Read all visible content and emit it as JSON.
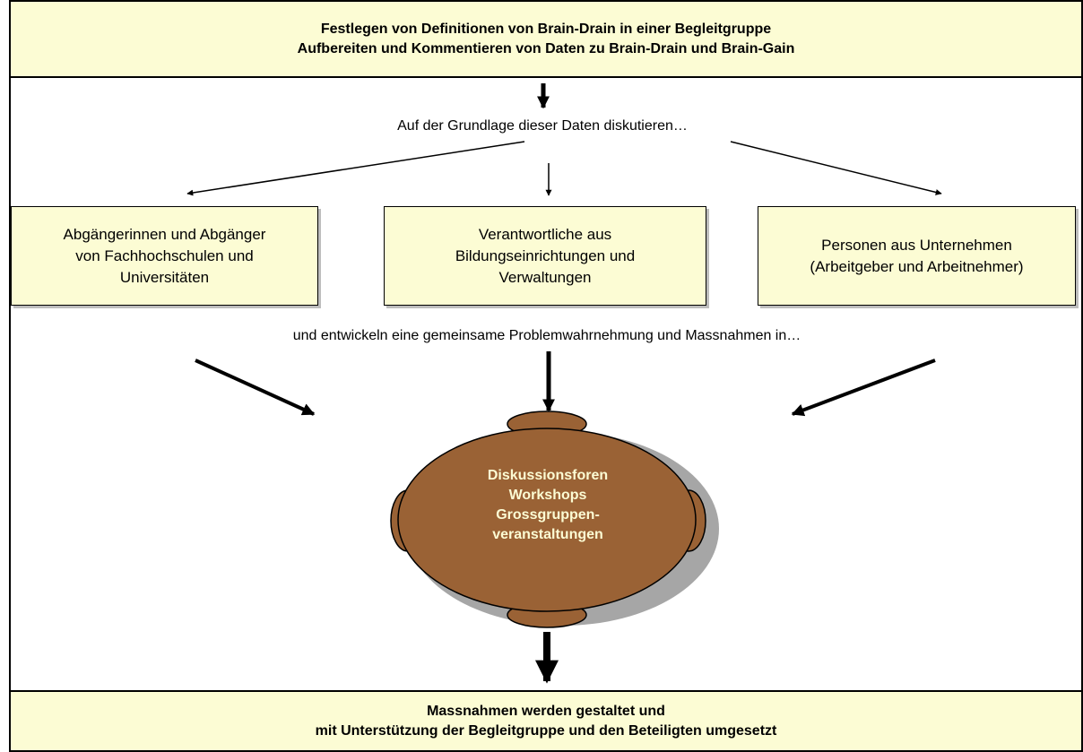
{
  "header": {
    "line1": "Festlegen von Definitionen von Brain-Drain in einer Begleitgruppe",
    "line2": "Aufbereiten und Kommentieren von Daten zu Brain-Drain und Brain-Gain"
  },
  "caption1": "Auf der Grundlage dieser Daten diskutieren…",
  "groups": [
    {
      "line1": "Abgängerinnen und Abgänger",
      "line2": "von Fachhochschulen und",
      "line3": "Universitäten"
    },
    {
      "line1": "Verantwortliche aus",
      "line2": "Bildungseinrichtungen und",
      "line3": "Verwaltungen"
    },
    {
      "line1": "Personen aus Unternehmen",
      "line2": "(Arbeitgeber und Arbeitnehmer)"
    }
  ],
  "caption2": "und entwickeln eine gemeinsame Problemwahrnehmung und Massnahmen in…",
  "table": {
    "line1": "Diskussionsforen",
    "line2": "Workshops",
    "line3": "Grossgruppen-",
    "line4": "veranstaltungen"
  },
  "footer": {
    "line1": "Massnahmen werden gestaltet und",
    "line2": "mit Unterstützung der Begleitgruppe und den Beteiligten umgesetzt"
  },
  "colors": {
    "box_fill": "#fcfcd4",
    "table_fill": "#9a6235",
    "table_shadow": "#a6a6a6"
  }
}
